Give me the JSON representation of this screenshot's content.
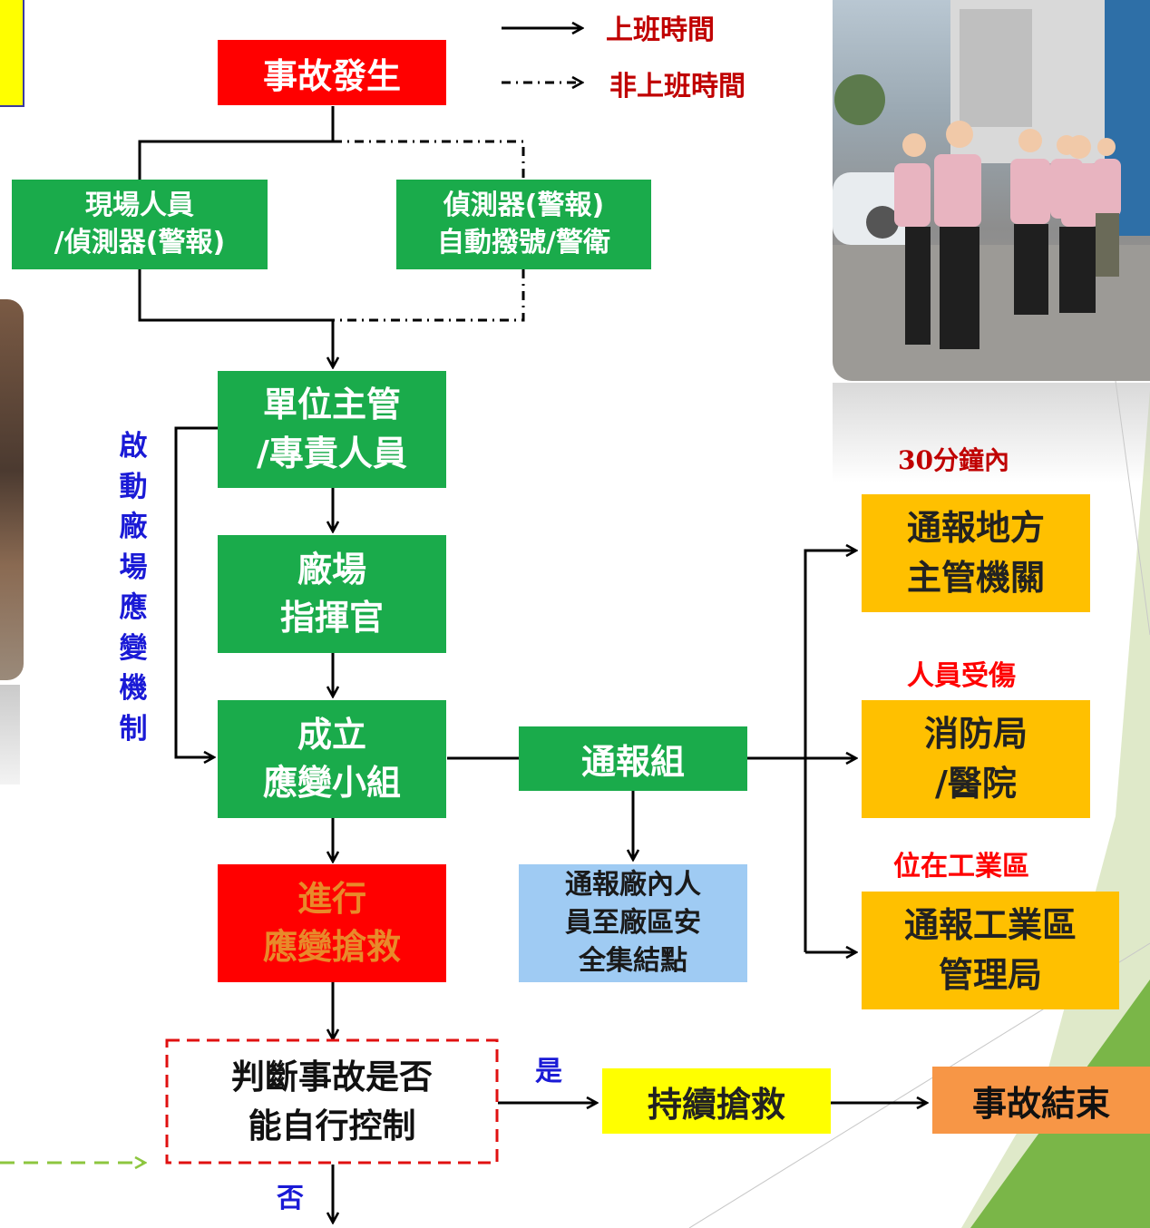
{
  "legend": {
    "work_hours": "上班時間",
    "off_hours": "非上班時間"
  },
  "nodes": {
    "incident": "事故發生",
    "onsite": "現場人員\n/偵測器(警報)",
    "detector": "偵測器(警報)\n自動撥號/警衛",
    "supervisor": "單位主管\n/專責人員",
    "commander": "廠場\n指揮官",
    "team": "成立\n應變小組",
    "rescue": "進行\n應變搶救",
    "judge": "判斷事故是否\n能自行控制",
    "notify_group": "通報組",
    "assembly": "通報廠內人\n員至廠區安\n全集結點",
    "local_authority": "通報地方\n主管機關",
    "fire_hospital": "消防局\n/醫院",
    "industrial_bureau": "通報工業區\n管理局",
    "continue": "持續搶救",
    "end": "事故結束"
  },
  "labels": {
    "within_30": "30分鐘內",
    "injury": "人員受傷",
    "industrial_zone": "位在工業區",
    "yes": "是",
    "no": "否",
    "mechanism": "啟\n動\n廠\n場\n應\n變\n機\n制"
  },
  "colors": {
    "green": "#1aab4b",
    "red": "#ff0000",
    "orange": "#ffc000",
    "blue": "#9fcbf3",
    "yellow": "#ffff00",
    "end_orange": "#f79646",
    "dark_red_text": "#c00000",
    "label_blue": "#1a1ad6"
  }
}
